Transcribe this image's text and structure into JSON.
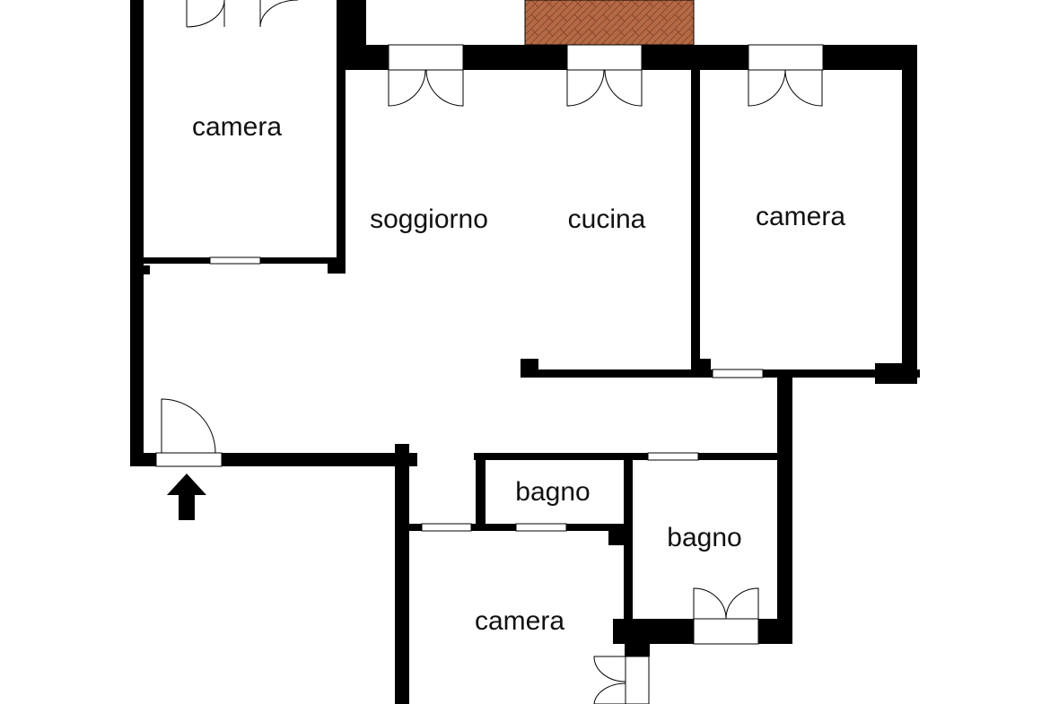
{
  "rooms": [
    {
      "label": "camera"
    },
    {
      "label": "soggiorno"
    },
    {
      "label": "cucina"
    },
    {
      "label": "camera"
    },
    {
      "label": "bagno"
    },
    {
      "label": "bagno"
    },
    {
      "label": "camera"
    }
  ],
  "colors": {
    "wall": "#000000",
    "terrace_tile": "#b56a45",
    "background": "#ffffff"
  },
  "icons": {
    "entrance": "entrance-arrow-icon"
  }
}
